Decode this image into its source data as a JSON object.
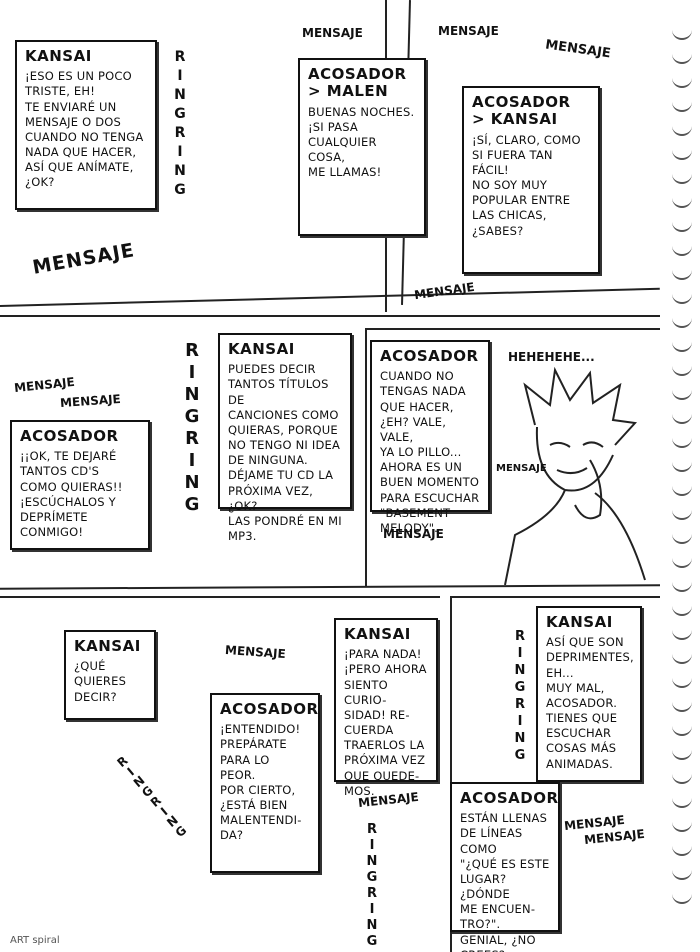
{
  "panel1": {
    "b1": {
      "who": "KANSAI",
      "text": "¡ESO ES UN POCO\nTRISTE, EH!\nTE ENVIARÉ UN\nMENSAJE O DOS\nCUANDO NO TENGA\nNADA QUE HACER,\nASÍ QUE ANÍMATE,\n¿OK?"
    },
    "b2": {
      "who": "ACOSADOR\n> MALEN",
      "text": "BUENAS NOCHES.\n¡SI PASA\nCUALQUIER COSA,\nME LLAMAS!"
    },
    "b3": {
      "who": "ACOSADOR\n> KANSAI",
      "text": "¡SÍ, CLARO, COMO\nSI FUERA TAN\nFÁCIL!\nNO SOY MUY\nPOPULAR ENTRE\nLAS CHICAS,\n¿SABES?"
    }
  },
  "panel2": {
    "b1": {
      "who": "KANSAI",
      "text": "PUEDES DECIR\nTANTOS TÍTULOS DE\nCANCIONES COMO\nQUIERAS, PORQUE\nNO TENGO NI IDEA\nDE NINGUNA.\nDÉJAME TU CD LA\nPRÓXIMA VEZ,\n¿OK?\nLAS PONDRÉ EN MI\nMP3."
    },
    "b2": {
      "who": "ACOSADOR",
      "text": "¡¡OK, TE DEJARÉ\nTANTOS CD'S\nCOMO QUIERAS!!\n¡ESCÚCHALOS Y\nDEPRÍMETE\nCONMIGO!"
    },
    "b3": {
      "who": "ACOSADOR",
      "text": "CUANDO NO\nTENGAS NADA\nQUE HACER,\n¿EH? VALE, VALE,\nYA LO PILLO...\nAHORA ES UN\nBUEN MOMENTO\nPARA ESCUCHAR\n\"BASEMENT\nMELODY\"."
    },
    "laugh": "HEHEHEHE..."
  },
  "panel3": {
    "b1": {
      "who": "KANSAI",
      "text": "¿QUÉ\nQUIERES\nDECIR?"
    },
    "b2": {
      "who": "ACOSADOR",
      "text": "¡ENTENDIDO!\nPREPÁRATE\nPARA LO\nPEOR.\nPOR CIERTO,\n¿ESTÁ BIEN\nMALENTENDI-\nDA?"
    },
    "b3": {
      "who": "KANSAI",
      "text": "¡PARA NADA!\n¡PERO AHORA\nSIENTO CURIO-\nSIDAD! RE-\nCUERDA\nTRAERLOS LA\nPRÓXIMA VEZ\nQUE QUEDE-\nMOS."
    },
    "b4": {
      "who": "KANSAI",
      "text": "ASÍ QUE SON\nDEPRIMENTES,\nEH...\nMUY MAL,\nACOSADOR.\nTIENES QUE\nESCUCHAR\nCOSAS MÁS\nANIMADAS."
    },
    "b5": {
      "who": "ACOSADOR",
      "text": "ESTÁN LLENAS\nDE LÍNEAS COMO\n\"¿QUÉ ES ESTE\nLUGAR? ¿DÓNDE\nME ENCUEN-\nTRO?\".\nGENIAL, ¿NO\nCREES?"
    }
  },
  "sfx": {
    "mensaje": "MENSAJE",
    "ring": [
      "R",
      "I",
      "N",
      "G",
      "R",
      "I",
      "N",
      "G"
    ]
  },
  "credit": "ART spiral"
}
